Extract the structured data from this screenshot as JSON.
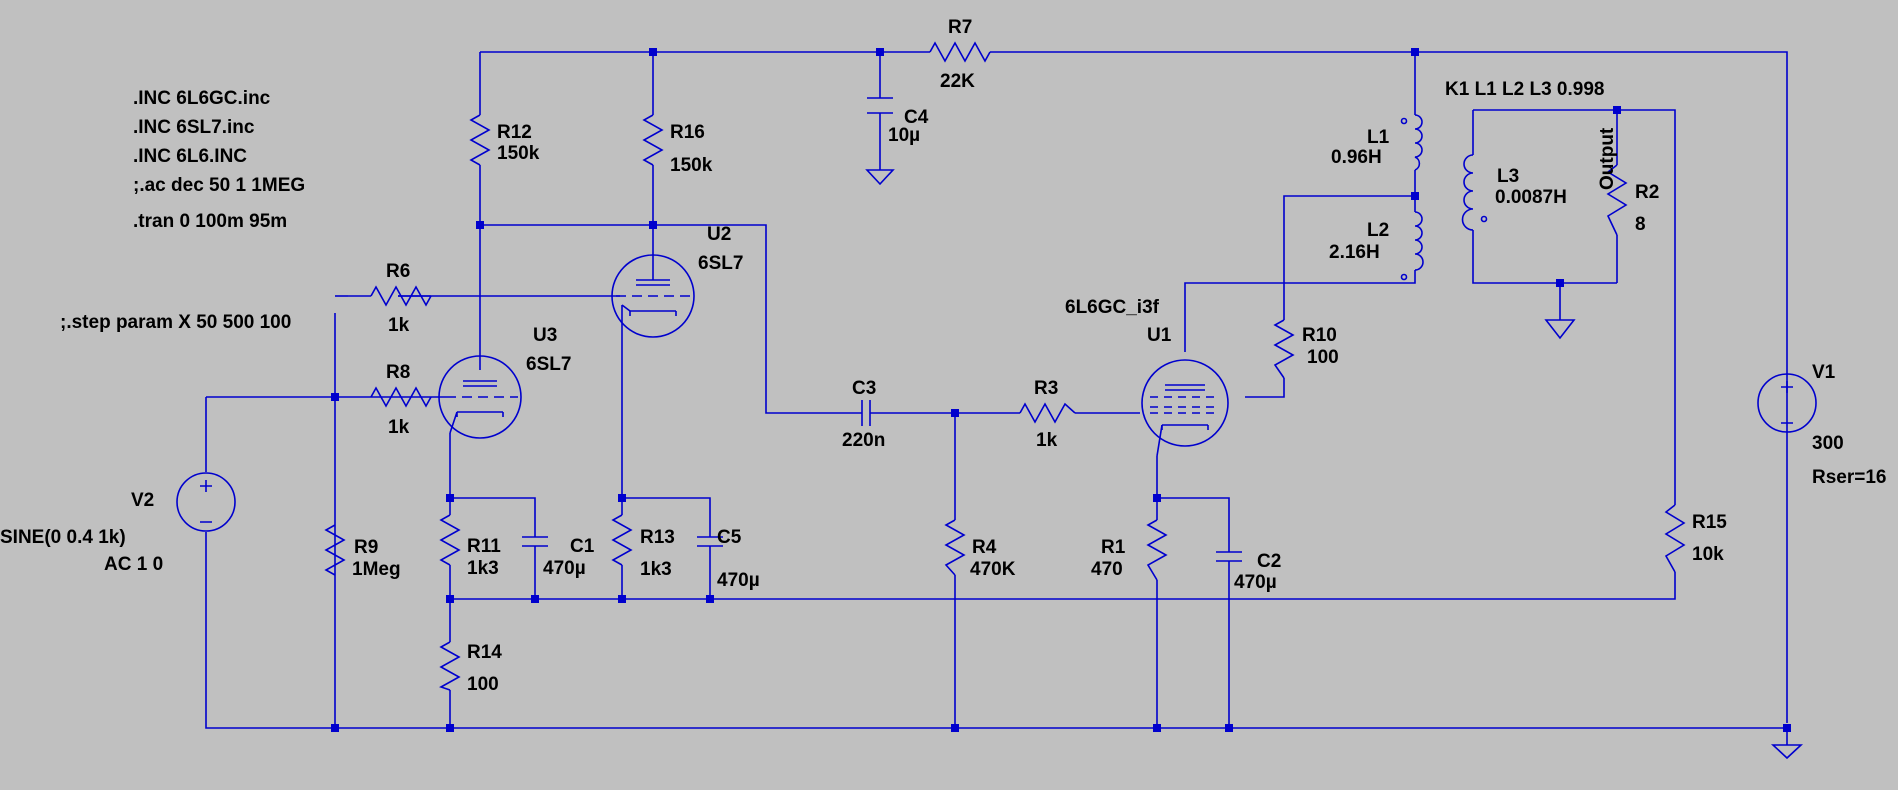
{
  "directives": {
    "inc1": ".INC 6L6GC.inc",
    "inc2": ".INC 6SL7.inc",
    "inc3": ".INC 6L6.INC",
    "ac": ";.ac dec 50 1 1MEG",
    "tran": ".tran 0 100m 95m",
    "step": ";.step param X 50 500 100",
    "coupling": "K1 L1 L2 L3 0.998"
  },
  "components": {
    "R7": {
      "name": "R7",
      "value": "22K"
    },
    "C4": {
      "name": "C4",
      "value": "10µ"
    },
    "R12": {
      "name": "R12",
      "value": "150k"
    },
    "R16": {
      "name": "R16",
      "value": "150k"
    },
    "U2": {
      "name": "U2",
      "value": "6SL7"
    },
    "R6": {
      "name": "R6",
      "value": "1k"
    },
    "U3": {
      "name": "U3",
      "value": "6SL7"
    },
    "R8": {
      "name": "R8",
      "value": "1k"
    },
    "V2": {
      "name": "V2",
      "value": "SINE(0 0.4 1k)",
      "value2": "AC 1 0"
    },
    "R9": {
      "name": "R9",
      "value": "1Meg"
    },
    "R11": {
      "name": "R11",
      "value": "1k3"
    },
    "C1": {
      "name": "C1",
      "value": "470µ"
    },
    "R13": {
      "name": "R13",
      "value": "1k3"
    },
    "C5": {
      "name": "C5",
      "value": "470µ"
    },
    "R14": {
      "name": "R14",
      "value": "100"
    },
    "C3": {
      "name": "C3",
      "value": "220n"
    },
    "R3": {
      "name": "R3",
      "value": "1k"
    },
    "R4": {
      "name": "R4",
      "value": "470K"
    },
    "U1": {
      "name": "U1",
      "value": "6L6GC_i3f"
    },
    "R10": {
      "name": "R10",
      "value": "100"
    },
    "R1": {
      "name": "R1",
      "value": "470"
    },
    "C2": {
      "name": "C2",
      "value": "470µ"
    },
    "L1": {
      "name": "L1",
      "value": "0.96H"
    },
    "L2": {
      "name": "L2",
      "value": "2.16H"
    },
    "L3": {
      "name": "L3",
      "value": "0.0087H"
    },
    "R2": {
      "name": "R2",
      "value": "8"
    },
    "R15": {
      "name": "R15",
      "value": "10k"
    },
    "V1": {
      "name": "V1",
      "value": "300",
      "value2": "Rser=16"
    }
  },
  "net_labels": {
    "output": "Output"
  },
  "colors": {
    "background": "#c0c0c0",
    "wire": "#0000cd",
    "text": "#000000"
  }
}
